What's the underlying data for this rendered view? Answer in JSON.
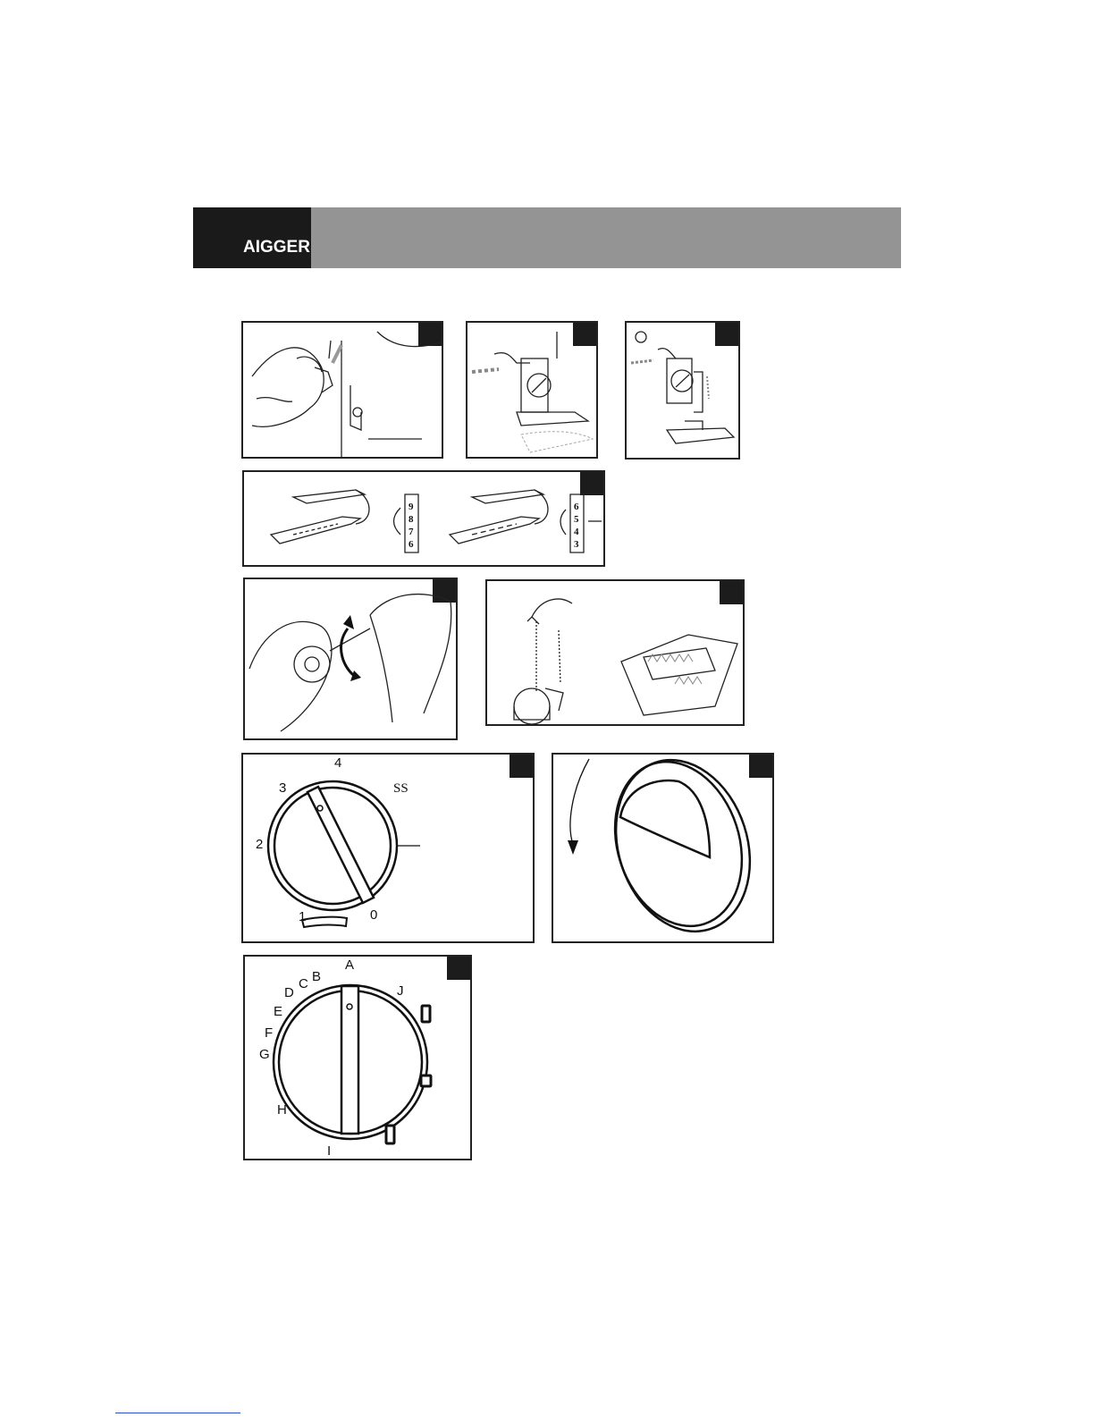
{
  "header": {
    "brand": "AIGGER",
    "bar_color": "#949494",
    "brand_bg": "#1a1a1a"
  },
  "figures": {
    "stitch_length_scale_left": [
      "9",
      "8",
      "7",
      "6"
    ],
    "stitch_length_scale_right": [
      "6",
      "5",
      "4",
      "3"
    ],
    "dial_numbers": {
      "top": "4",
      "upper_left": "3",
      "left": "2",
      "bottom_left": "1",
      "bottom": "0",
      "upper_right": "SS"
    },
    "pattern_dial_letters": [
      "A",
      "B",
      "C",
      "D",
      "E",
      "F",
      "G",
      "H",
      "I",
      "J"
    ],
    "pattern_dial_icons": [
      "narrow-buttonhole-icon",
      "square-buttonhole-icon",
      "wide-buttonhole-icon"
    ]
  }
}
